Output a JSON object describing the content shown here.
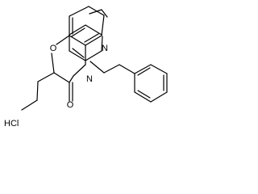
{
  "molecule": {
    "atom_labels": {
      "oxygen_ring": "O",
      "nitrogen_pyridine": "N",
      "nitrogen_lactam": "N",
      "oxygen_carbonyl": "O"
    },
    "salt": "HCl"
  },
  "colors": {
    "bond": "#000000",
    "text": "#000000",
    "background": "#ffffff"
  }
}
